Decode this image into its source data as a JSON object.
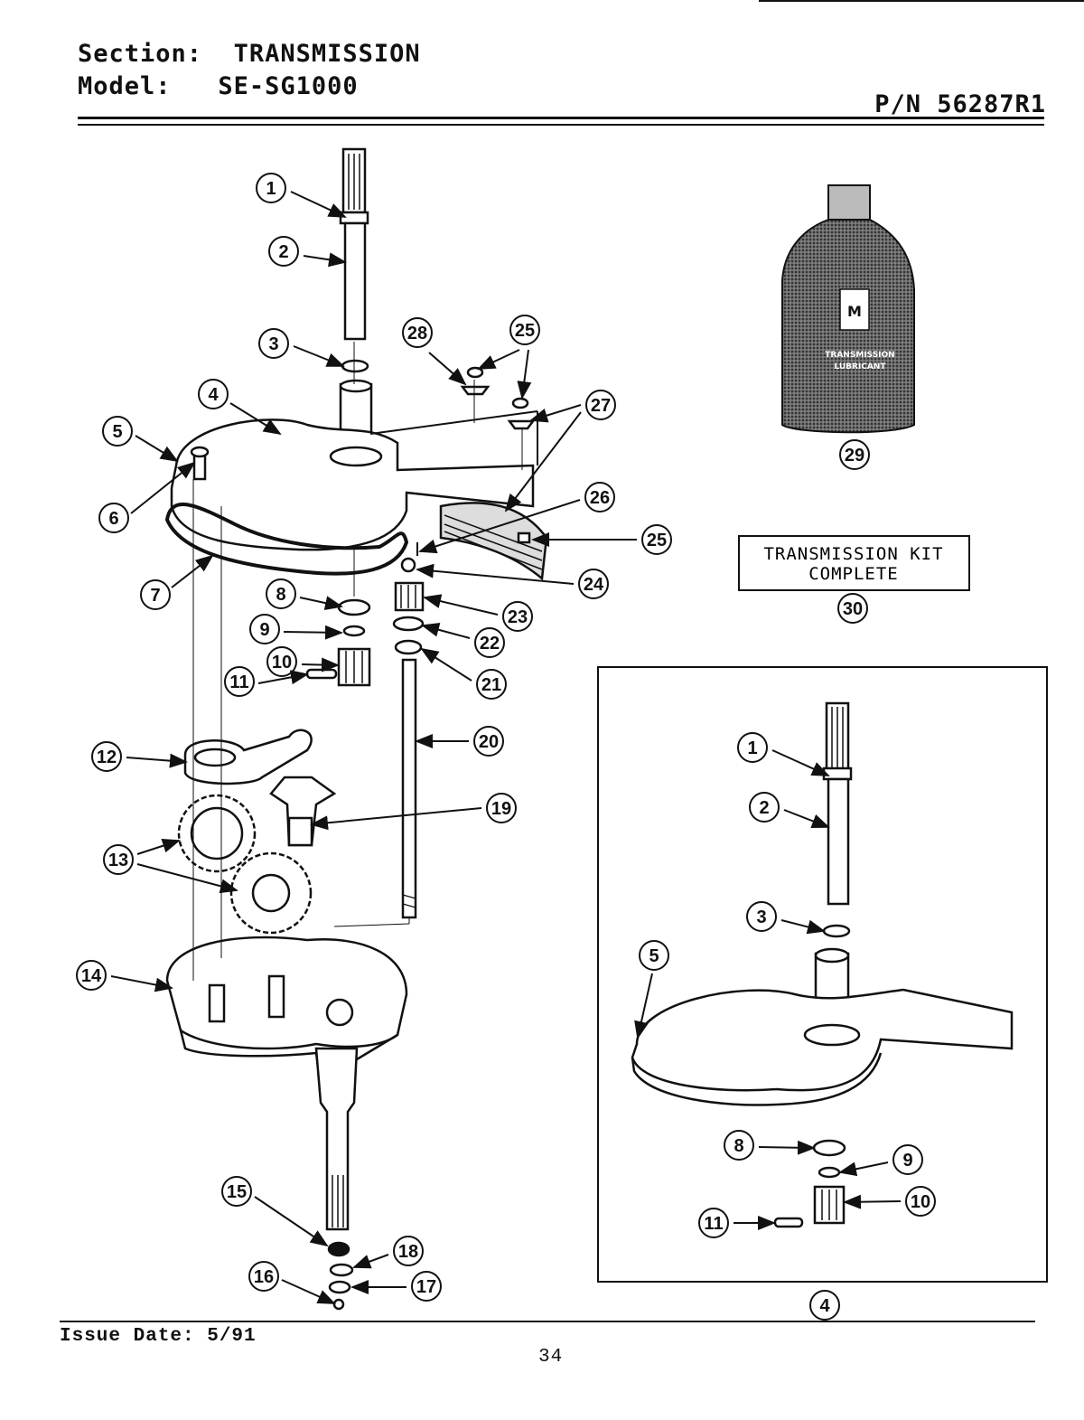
{
  "header": {
    "section_label": "Section:",
    "section_value": "TRANSMISSION",
    "model_label": "Model:",
    "model_value": "SE-SG1000",
    "part_number": "P/N 56287R1"
  },
  "footer": {
    "issue_date": "Issue Date: 5/91",
    "page_number": "34"
  },
  "kit_box": {
    "line1": "TRANSMISSION KIT",
    "line2": "COMPLETE"
  },
  "bottle_label": {
    "line1": "TRANSMISSION",
    "line2": "LUBRICANT"
  },
  "callouts_main": [
    "1",
    "2",
    "3",
    "4",
    "5",
    "6",
    "7",
    "8",
    "9",
    "10",
    "11",
    "12",
    "13",
    "14",
    "15",
    "16",
    "17",
    "18",
    "19",
    "20",
    "21",
    "22",
    "23",
    "24",
    "25",
    "25",
    "26",
    "27",
    "28",
    "29",
    "30"
  ],
  "callouts_inset": [
    "1",
    "2",
    "3",
    "5",
    "8",
    "9",
    "10",
    "11",
    "4"
  ]
}
